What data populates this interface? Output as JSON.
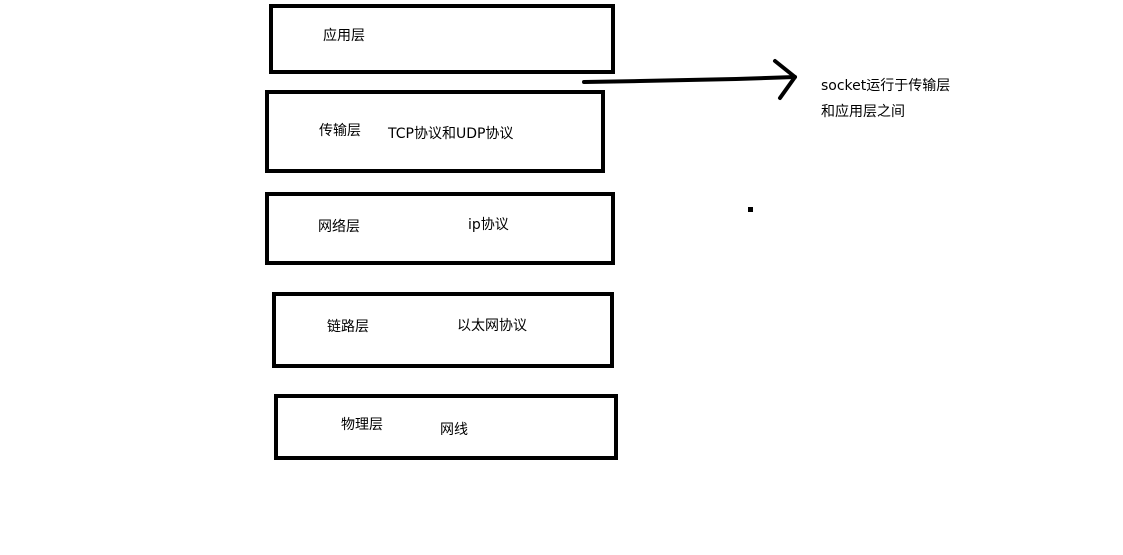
{
  "layers": [
    {
      "name": "应用层",
      "protocol": ""
    },
    {
      "name": "传输层",
      "protocol": "TCP协议和UDP协议"
    },
    {
      "name": "网络层",
      "protocol": "ip协议"
    },
    {
      "name": "链路层",
      "protocol": "以太网协议"
    },
    {
      "name": "物理层",
      "protocol": "网线"
    }
  ],
  "annotation": {
    "line1": "socket运行于传输层",
    "line2": "和应用层之间"
  }
}
